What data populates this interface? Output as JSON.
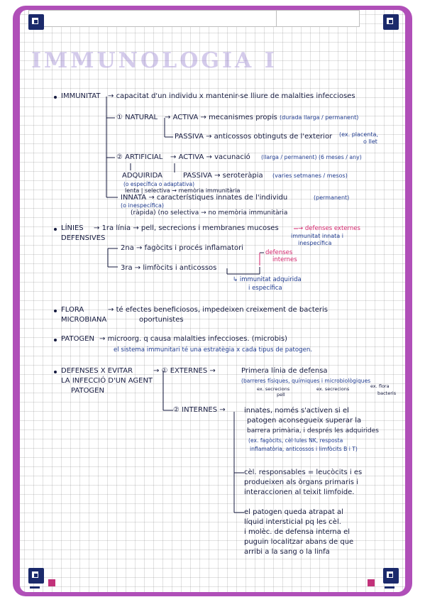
{
  "title": "IMMUNOLOGIA I",
  "s1": {
    "head": "IMMUNITAT",
    "def": "capacitat d'un individu x mantenir-se lliure de malalties infeccioses",
    "natural": "① NATURAL",
    "activa1": "ACTIVA",
    "activa1_desc": "mecanismes propis",
    "activa1_note": "(durada llarga / permanent)",
    "passiva1": "PASSIVA",
    "passiva1_desc": "anticossos obtinguts de l'exterior",
    "passiva1_note": "(ex. placenta,",
    "passiva1_note2": "o llet",
    "artificial": "② ARTIFICIAL",
    "activa2": "ACTIVA",
    "activa2_desc": "vacunació",
    "activa2_note": "(llarga / permanent) (6 meses / any)",
    "adquirida": "ADQUIRIDA",
    "passiva2": "PASSIVA",
    "passiva2_desc": "seroteràpia",
    "passiva2_note": "(varies setmanes / mesos)",
    "adq_note1": "(o específica o adaptativa)",
    "adq_note2": "lenta | selectiva → memòria immunitària",
    "innata": "INNATA",
    "innata_desc": "característiques innates de l'individu",
    "innata_note": "(permanent)",
    "innata_note2": "(o inespecífica)",
    "innata_desc2": "(ràpida) (no selectiva → no memòria immunitària"
  },
  "s2": {
    "head1": "LÍNIES",
    "head2": "DEFENSIVES",
    "l1": "1ra línia",
    "l1_desc": "pell, secrecions i membranes mucoses",
    "l1_pink": "defenses externes",
    "l1_blue1": "immunitat innata i",
    "l1_blue2": "inespecífica",
    "l2": "2na",
    "l2_desc": "fagòcits i procés inflamatori",
    "pink2a": "defenses",
    "pink2b": "internes",
    "l3": "3ra",
    "l3_desc": "limfòcits i anticossos",
    "l3_blue1": "immunitat adquirida",
    "l3_blue2": "i específica"
  },
  "s3": {
    "head1": "FLORA",
    "head2": "MICROBIANA",
    "desc1": "té efectes beneficiosos, impedeixen creixement de bacteris",
    "desc2": "oportunistes"
  },
  "s4": {
    "head": "PATOGEN",
    "desc": "microorg. q causa malalties infeccioses. (microbis)",
    "blue": "el sistema immunitari té una estratègia x cada tipus de patogen."
  },
  "s5": {
    "head1": "DEFENSES X EVITAR",
    "head2": "LA INFECCIÓ D'UN AGENT",
    "head3": "PATOGEN",
    "ext": "① EXTERNES",
    "ext_desc": "Primera línia de defensa",
    "ext_blue": "(barreres físiques, químiques i microbiològiques",
    "ext_small1": "ex. secrecions",
    "ext_small2": "ex. secrecions",
    "ext_small3": "ex. flora",
    "ext_small4": "pell",
    "ext_small5": "bacteris",
    "int": "② INTERNES",
    "int1": "innates, només s'activen si el",
    "int2": "patogen aconsegueix superar la",
    "int3": "barrera primària, i després les adquirides",
    "int_blue1": "(ex. fagòcits, cèl·lules NK, resposta",
    "int_blue2": "inflamatòria, anticossos i limfòcits B i T)",
    "resp1": "cèl. responsables = leucòcits i es",
    "resp2": "produeixen als òrgans primaris i",
    "resp3": "interaccionen al teixit limfoide.",
    "pat1": "el patogen queda atrapat al",
    "pat2": "líquid intersticial pq les cèl.",
    "pat3": "i molèc. de defensa interna el",
    "pat4": "puguin localitzar abans de que",
    "pat5": "arribi a la sang o la linfa"
  }
}
